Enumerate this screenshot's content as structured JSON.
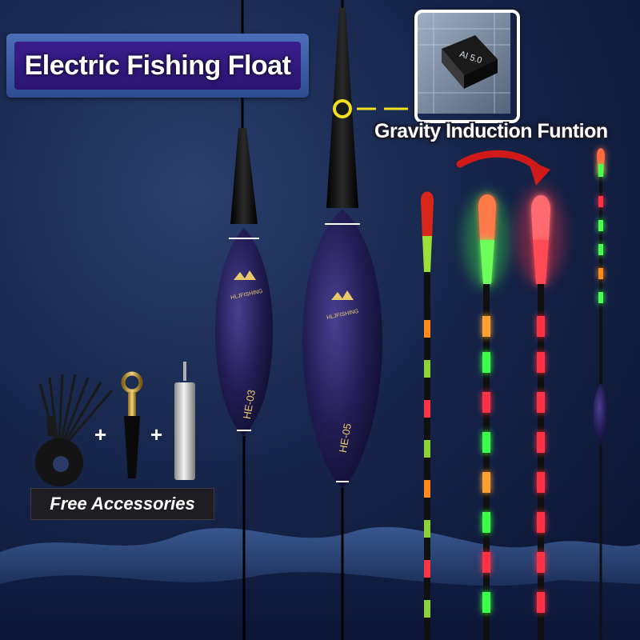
{
  "title": "Electric Fishing Float",
  "feature_label": "Gravity Induction Funtion",
  "chip_label": "AI 5.0",
  "accessories_label": "Free Accessories",
  "plus_sign": "+",
  "float_models": [
    "HE-03",
    "HE-05"
  ],
  "brand_text": "HLJFISHING",
  "colors": {
    "title_bg": "#2a1470",
    "title_frame": "#3e5fa8",
    "glow_green": "#3dff4a",
    "glow_red": "#ff3344",
    "glow_orange": "#ff8a1a",
    "float_body": "#1c1a4a"
  }
}
